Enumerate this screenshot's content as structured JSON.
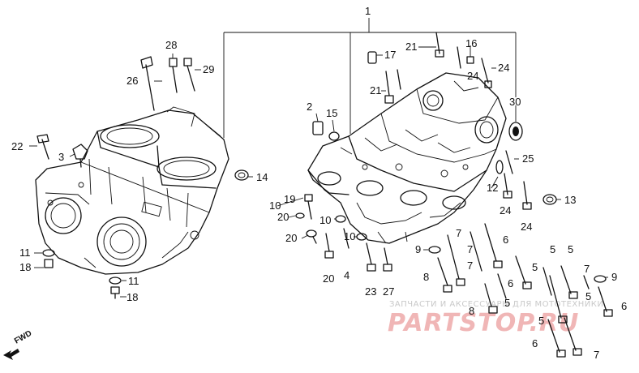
{
  "labels": {
    "p1": "1",
    "p2": "2",
    "p3": "3",
    "p4": "4",
    "p5a": "5",
    "p5b": "5",
    "p5c": "5",
    "p5d": "5",
    "p5e": "5",
    "p5f": "5",
    "p6a": "6",
    "p6b": "6",
    "p6c": "6",
    "p6d": "6",
    "p7a": "7",
    "p7b": "7",
    "p7c": "7",
    "p7d": "7",
    "p7e": "7",
    "p8a": "8",
    "p8b": "8",
    "p9a": "9",
    "p9b": "9",
    "p10a": "10",
    "p10b": "10",
    "p10c": "10",
    "p11a": "11",
    "p11b": "11",
    "p12": "12",
    "p13": "13",
    "p14": "14",
    "p15": "15",
    "p16": "16",
    "p17": "17",
    "p18a": "18",
    "p18b": "18",
    "p19": "19",
    "p20a": "20",
    "p20b": "20",
    "p20c": "20",
    "p21a": "21",
    "p21b": "21",
    "p22": "22",
    "p23": "23",
    "p24a": "24",
    "p24b": "24",
    "p24c": "24",
    "p24d": "24",
    "p25": "25",
    "p26": "26",
    "p27": "27",
    "p28": "28",
    "p29": "29",
    "p30": "30"
  },
  "fwd_label": "FWD",
  "watermark": {
    "text": "ЗАПЧАСТИ И АКСЕССУАРЫ ДЛЯ МОТОТЕХНИКИ",
    "logo": "PARTSTOP.RU"
  }
}
